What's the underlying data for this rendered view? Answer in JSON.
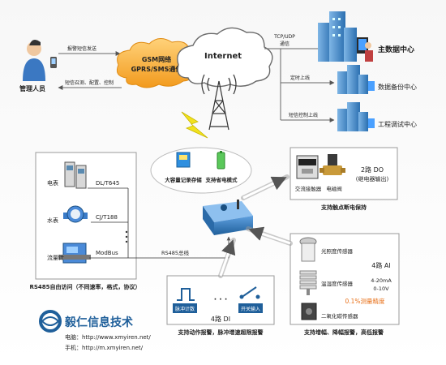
{
  "top": {
    "admin_label": "管理人员",
    "sms_send_label": "报警短信发送",
    "sms_query_label": "短信召测、配置、控制",
    "cloud_line1": "GSM网络",
    "cloud_line2": "GPRS/SMS通信",
    "internet_label": "Internet",
    "tcp_line1": "TCP/UDP",
    "tcp_line2": "通信",
    "main_center": "主数据中心",
    "timed_online": "定时上线",
    "backup_center": "数据备份中心",
    "sms_online": "短信控制上线",
    "debug_center": "工程调试中心"
  },
  "features": {
    "storage": "大容量记录存储",
    "power_save": "支持省电模式"
  },
  "rs485": {
    "meter1": "电表",
    "proto1": "DL/T645",
    "meter2": "水表",
    "proto2": "CJ/T188",
    "meter3": "流量计",
    "proto3": "ModBus",
    "dots": "·\n·\n·",
    "bus_label": "RS485总线",
    "caption": "RS485自由访问（不同速率，格式，协议）"
  },
  "do_box": {
    "contactor": "交流接触器",
    "valve": "电磁阀",
    "title1": "2路 DO",
    "title2": "(继电器输出)",
    "caption": "支持触点断电保持"
  },
  "di_box": {
    "pulse": "脉冲计数",
    "switch_in": "开关输入",
    "ellipsis": "· · ·",
    "title": "4路 DI",
    "caption": "支持动作报警，脉冲增速超限报警"
  },
  "ai_box": {
    "light": "光照度传感器",
    "temp": "温湿度传感器",
    "co2": "二氧化碳传感器",
    "title": "4路 AI",
    "range1": "4-20mA",
    "range2": "0-10V",
    "precision": "0.1%测量精度",
    "caption": "支持增幅、降幅报警，高低报警"
  },
  "company": {
    "name": "毅仁信息技术",
    "pc": "电脑：http://www.xmyiren.net/",
    "mobile": "手机：http://m.xmyiren.net/"
  },
  "colors": {
    "accent_blue": "#1f5f9a",
    "cloud_orange": "#f5a623",
    "precision_orange": "#e8711a",
    "box_border": "#9a9a9a"
  }
}
